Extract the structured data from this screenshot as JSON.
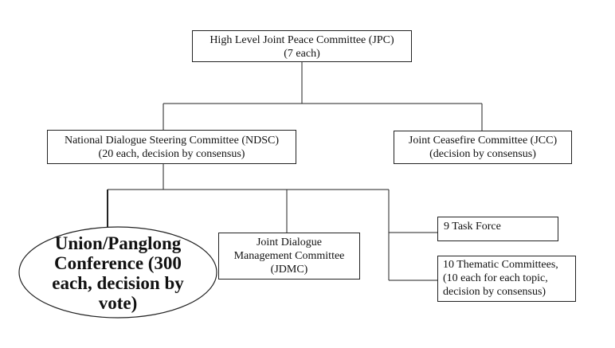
{
  "jpc": {
    "line1": "High Level Joint Peace Committee (JPC)",
    "line2": "(7 each)"
  },
  "ndsc": {
    "line1": "National Dialogue Steering Committee (NDSC)",
    "line2": "(20 each, decision by consensus)"
  },
  "jcc": {
    "line1": "Joint Ceasefire Committee (JCC)",
    "line2": "(decision by consensus)"
  },
  "union": {
    "line1": "Union/Panglong",
    "line2": "Conference (300",
    "line3": "each, decision by",
    "line4": "vote)"
  },
  "jdmc": {
    "line1": "Joint Dialogue",
    "line2": "Management Committee",
    "line3": "(JDMC)"
  },
  "task_force": {
    "label": "9 Task Force"
  },
  "thematic": {
    "line1": "10 Thematic Committees,",
    "line2": "(10 each for each topic,",
    "line3": "decision by consensus)"
  }
}
